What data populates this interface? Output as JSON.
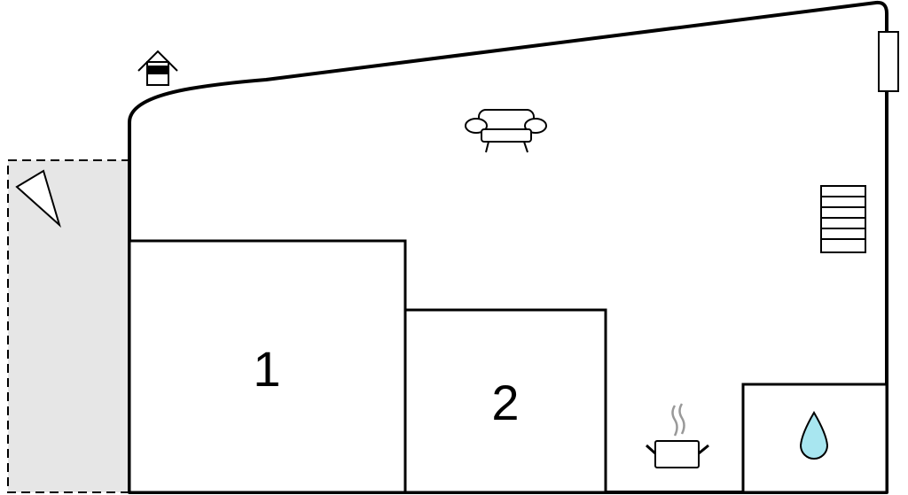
{
  "rooms": [
    {
      "id": "bedroom-1",
      "label": "1"
    },
    {
      "id": "bedroom-2",
      "label": "2"
    }
  ],
  "icons": {
    "entrance": "house-entrance-icon",
    "living": "sofa-icon",
    "radiator": "radiator-icon",
    "kitchen": "cooking-pot-icon",
    "bathroom": "water-drop-icon",
    "terrace": "triangle-sail-icon",
    "window": "window-icon"
  },
  "colors": {
    "terrace_fill": "#e6e6e6",
    "water_drop": "#a8e6f0",
    "walls": "#000000",
    "steam": "#999999"
  }
}
